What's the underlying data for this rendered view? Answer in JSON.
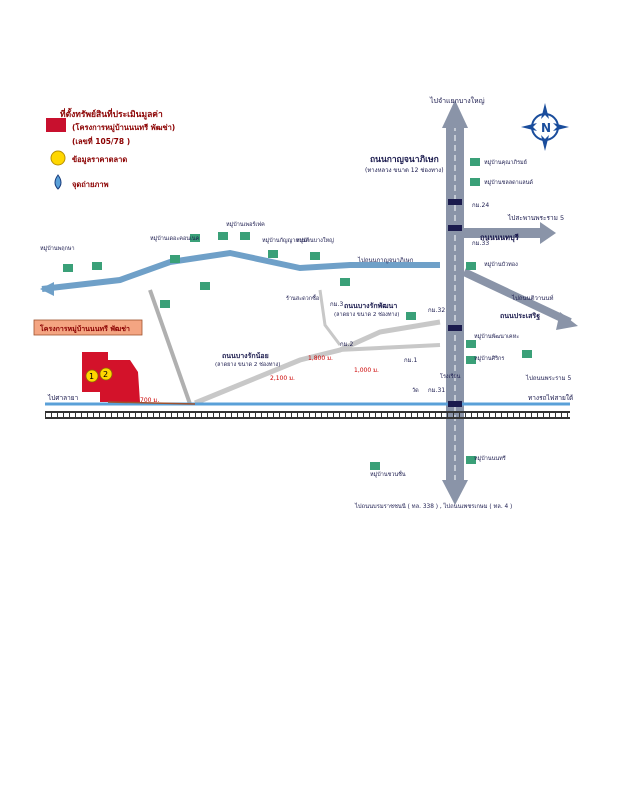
{
  "legend": {
    "title": "ที่ตั้งทรัพย์สินที่ประเมินมูลค่า",
    "project_name": "(โครงการหมู่บ้านนนทรี พัฒช่า)",
    "deed_no": "(เลขที่ 105/78 )",
    "point_label": "ข้อมูลราคาตลาด",
    "photo_label": "จุดถ่ายภาพ"
  },
  "north": {
    "letter": "N"
  },
  "project_box": {
    "label": "โครงการหมู่บ้านนนทรี พัฒช่า"
  },
  "market_points": [
    "1",
    "2"
  ],
  "roads": {
    "main_road": "ถนนกาญจนาภิเษก",
    "main_road_sub": "(ทางหลวง ขนาด 12 ช่องทาง)",
    "to_north": "ไปจำแยกบางใหญ่",
    "to_east": "ไปสะพานพระราม 5",
    "nonthaburi_road": "ถนนนนทบุรี",
    "soi_road": "ถนนประเสริฐ",
    "to_east2": "ไปถนนติวานนท์",
    "to_east3": "ไปถนนพระราม 5",
    "chai_road": "ถนนบางรักน้อย",
    "chai_road_sub": "(ลาดยาง ขนาด 2 ช่องทาง)",
    "bang_rak": "ถนนบางรักพัฒนา",
    "bang_rak_sub": "(ลาดยาง ขนาด 2 ช่องทาง)",
    "to_west_rail": "ไปศาลายา",
    "to_rail_east": "ทางรถไฟสายใต้",
    "bottom_dir": "ไปถนนบรมราชชนนี ( ทล. 338 ) , ไปถนนเพชรเกษม ( ทล. 4 )",
    "dist_700": "700 ม.",
    "dist_2100": "2,100 ม.",
    "dist_1000": "1,000 ม.",
    "dist_1800": "1,800 ม.",
    "km_marker": "กม.31",
    "km_24": "กม.24",
    "km_3": "กม.3",
    "km_2": "กม.2",
    "km_1": "กม.1",
    "km_32": "กม.32",
    "km_33": "กม.33",
    "to_west_road": "ไปถนนกาญจนาภิเษก"
  },
  "places": [
    "หมู่บ้านคุณาภิรมย์",
    "หมู่บ้านชลลดาแลนด์",
    "หมู่บ้านพฤกษา",
    "หมู่บ้านเดอะคอนเนค",
    "หมู่บ้านเพอร์เฟค",
    "หมู่บ้านกัญญากานต์",
    "หมู่บ้านบางใหญ่",
    "ร้านสะดวกซื้อ",
    "โรงเรียน",
    "วัด",
    "หมู่บ้านบัวทอง",
    "หมู่บ้านพัฒนาเคหะ",
    "หมู่บ้านศิริกร",
    "หมู่บ้านนนทรี",
    "หมู่บ้านชวนชื่น"
  ],
  "scan_marks": ". . . . ."
}
